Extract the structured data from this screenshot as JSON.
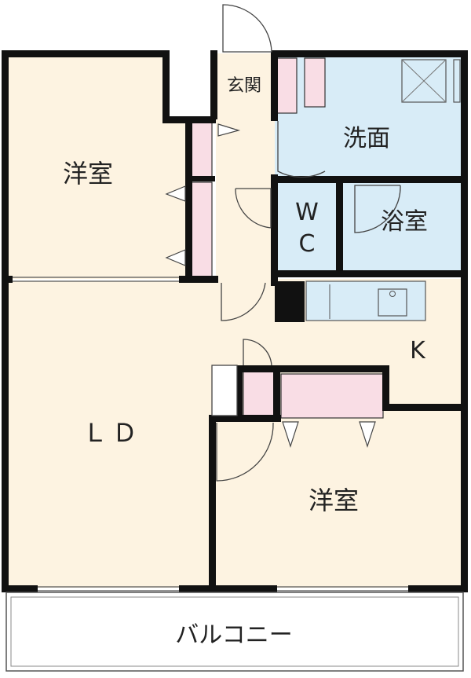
{
  "rooms": {
    "western_room_top": "洋室",
    "entrance": "玄関",
    "washroom": "洗面",
    "wc_line1": "W",
    "wc_line2": "C",
    "bathroom": "浴室",
    "kitchen": "K",
    "living_dining": "ＬＤ",
    "western_room_bottom": "洋室",
    "balcony": "バルコニー"
  },
  "colors": {
    "room_fill": "#fdf3e1",
    "wet_area_fill": "#d8ecf7",
    "storage_fill": "#f9dde5",
    "wall": "#111111"
  }
}
